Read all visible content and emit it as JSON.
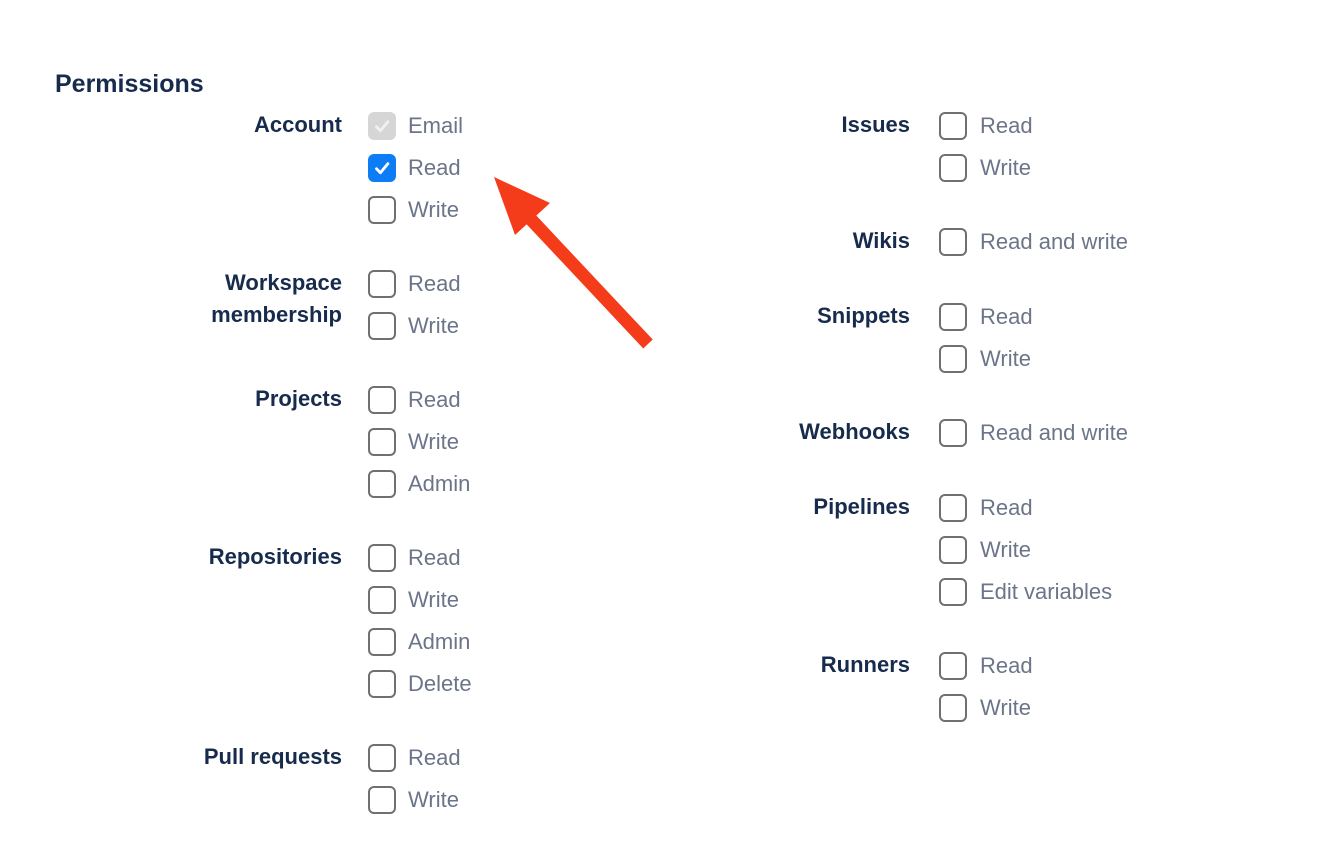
{
  "page": {
    "title": "Permissions"
  },
  "colors": {
    "heading_text": "#172b4d",
    "group_label_text": "#172b4d",
    "option_label_text": "#6b7488",
    "checkbox_border": "#707070",
    "checkbox_checked_bg": "#0d7df6",
    "checkbox_disabled_bg": "#d6d6d6",
    "checkbox_disabled_check": "#f0f0f0",
    "arrow": "#f53c1a"
  },
  "columns": [
    {
      "name": "left",
      "groups": [
        {
          "label": "Account",
          "options": [
            {
              "label": "Email",
              "state": "checked_disabled"
            },
            {
              "label": "Read",
              "state": "checked"
            },
            {
              "label": "Write",
              "state": "unchecked"
            }
          ]
        },
        {
          "label": "Workspace membership",
          "options": [
            {
              "label": "Read",
              "state": "unchecked"
            },
            {
              "label": "Write",
              "state": "unchecked"
            }
          ]
        },
        {
          "label": "Projects",
          "options": [
            {
              "label": "Read",
              "state": "unchecked"
            },
            {
              "label": "Write",
              "state": "unchecked"
            },
            {
              "label": "Admin",
              "state": "unchecked"
            }
          ]
        },
        {
          "label": "Repositories",
          "options": [
            {
              "label": "Read",
              "state": "unchecked"
            },
            {
              "label": "Write",
              "state": "unchecked"
            },
            {
              "label": "Admin",
              "state": "unchecked"
            },
            {
              "label": "Delete",
              "state": "unchecked"
            }
          ]
        },
        {
          "label": "Pull requests",
          "options": [
            {
              "label": "Read",
              "state": "unchecked"
            },
            {
              "label": "Write",
              "state": "unchecked"
            }
          ]
        }
      ]
    },
    {
      "name": "right",
      "groups": [
        {
          "label": "Issues",
          "options": [
            {
              "label": "Read",
              "state": "unchecked"
            },
            {
              "label": "Write",
              "state": "unchecked"
            }
          ]
        },
        {
          "label": "Wikis",
          "options": [
            {
              "label": "Read and write",
              "state": "unchecked"
            }
          ]
        },
        {
          "label": "Snippets",
          "options": [
            {
              "label": "Read",
              "state": "unchecked"
            },
            {
              "label": "Write",
              "state": "unchecked"
            }
          ]
        },
        {
          "label": "Webhooks",
          "options": [
            {
              "label": "Read and write",
              "state": "unchecked"
            }
          ]
        },
        {
          "label": "Pipelines",
          "options": [
            {
              "label": "Read",
              "state": "unchecked"
            },
            {
              "label": "Write",
              "state": "unchecked"
            },
            {
              "label": "Edit variables",
              "state": "unchecked"
            }
          ]
        },
        {
          "label": "Runners",
          "options": [
            {
              "label": "Read",
              "state": "unchecked"
            },
            {
              "label": "Write",
              "state": "unchecked"
            }
          ]
        }
      ]
    }
  ],
  "annotation": {
    "type": "red-arrow",
    "points_at": "Account Read checkbox"
  }
}
